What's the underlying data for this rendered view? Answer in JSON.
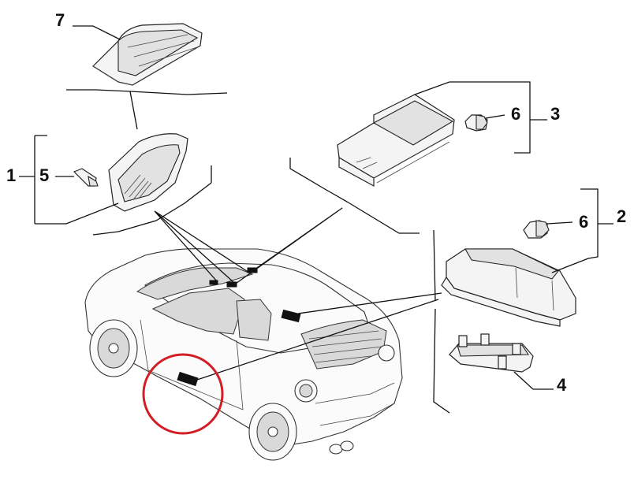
{
  "callouts": {
    "c1": "1",
    "c2": "2",
    "c3": "3",
    "c4": "4",
    "c5": "5",
    "c6a": "6",
    "c6b": "6",
    "c7": "7"
  },
  "colors": {
    "highlight_circle": "#d21f26",
    "ink": "#111111"
  }
}
